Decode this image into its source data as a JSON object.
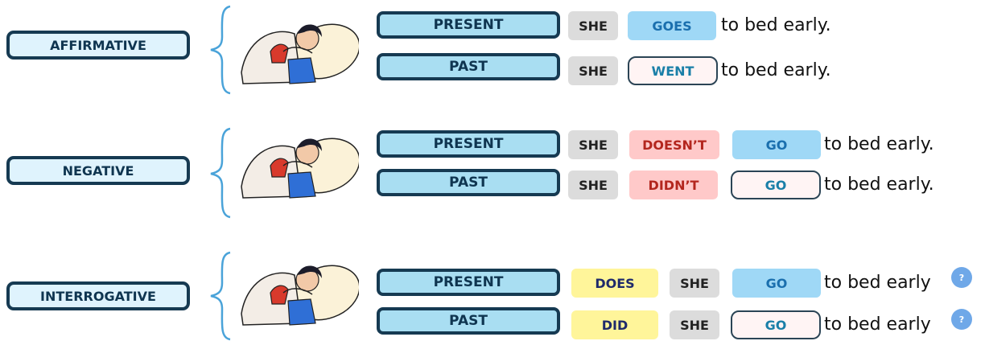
{
  "tail_text": "to bed early.",
  "tail_text_q": "to bed early",
  "question_mark": "?",
  "colors": {
    "label_border": "#163a52",
    "label_bg": "#dff3fd",
    "tense_bg": "#a9def2",
    "verb_bg": "#9fd8f6",
    "negative_bg": "#ffc9c9",
    "auxiliary_bg": "#fff59a",
    "subject_bg": "#dcdcdc",
    "brace": "#4aa3d9"
  },
  "icons": [
    "sleeping-girl-illustration",
    "curly-brace",
    "question-mark-icon"
  ],
  "groups": [
    {
      "name": "AFFIRMATIVE",
      "rows": [
        {
          "tense": "PRESENT",
          "tokens": [
            "SHE",
            "GOES"
          ]
        },
        {
          "tense": "PAST",
          "tokens": [
            "SHE",
            "WENT"
          ]
        }
      ]
    },
    {
      "name": "NEGATIVE",
      "rows": [
        {
          "tense": "PRESENT",
          "tokens": [
            "SHE",
            "DOESN’T",
            "GO"
          ]
        },
        {
          "tense": "PAST",
          "tokens": [
            "SHE",
            "DIDN’T",
            "GO"
          ]
        }
      ]
    },
    {
      "name": "INTERROGATIVE",
      "rows": [
        {
          "tense": "PRESENT",
          "tokens": [
            "DOES",
            "SHE",
            "GO"
          ]
        },
        {
          "tense": "PAST",
          "tokens": [
            "DID",
            "SHE",
            "GO"
          ]
        }
      ]
    }
  ]
}
